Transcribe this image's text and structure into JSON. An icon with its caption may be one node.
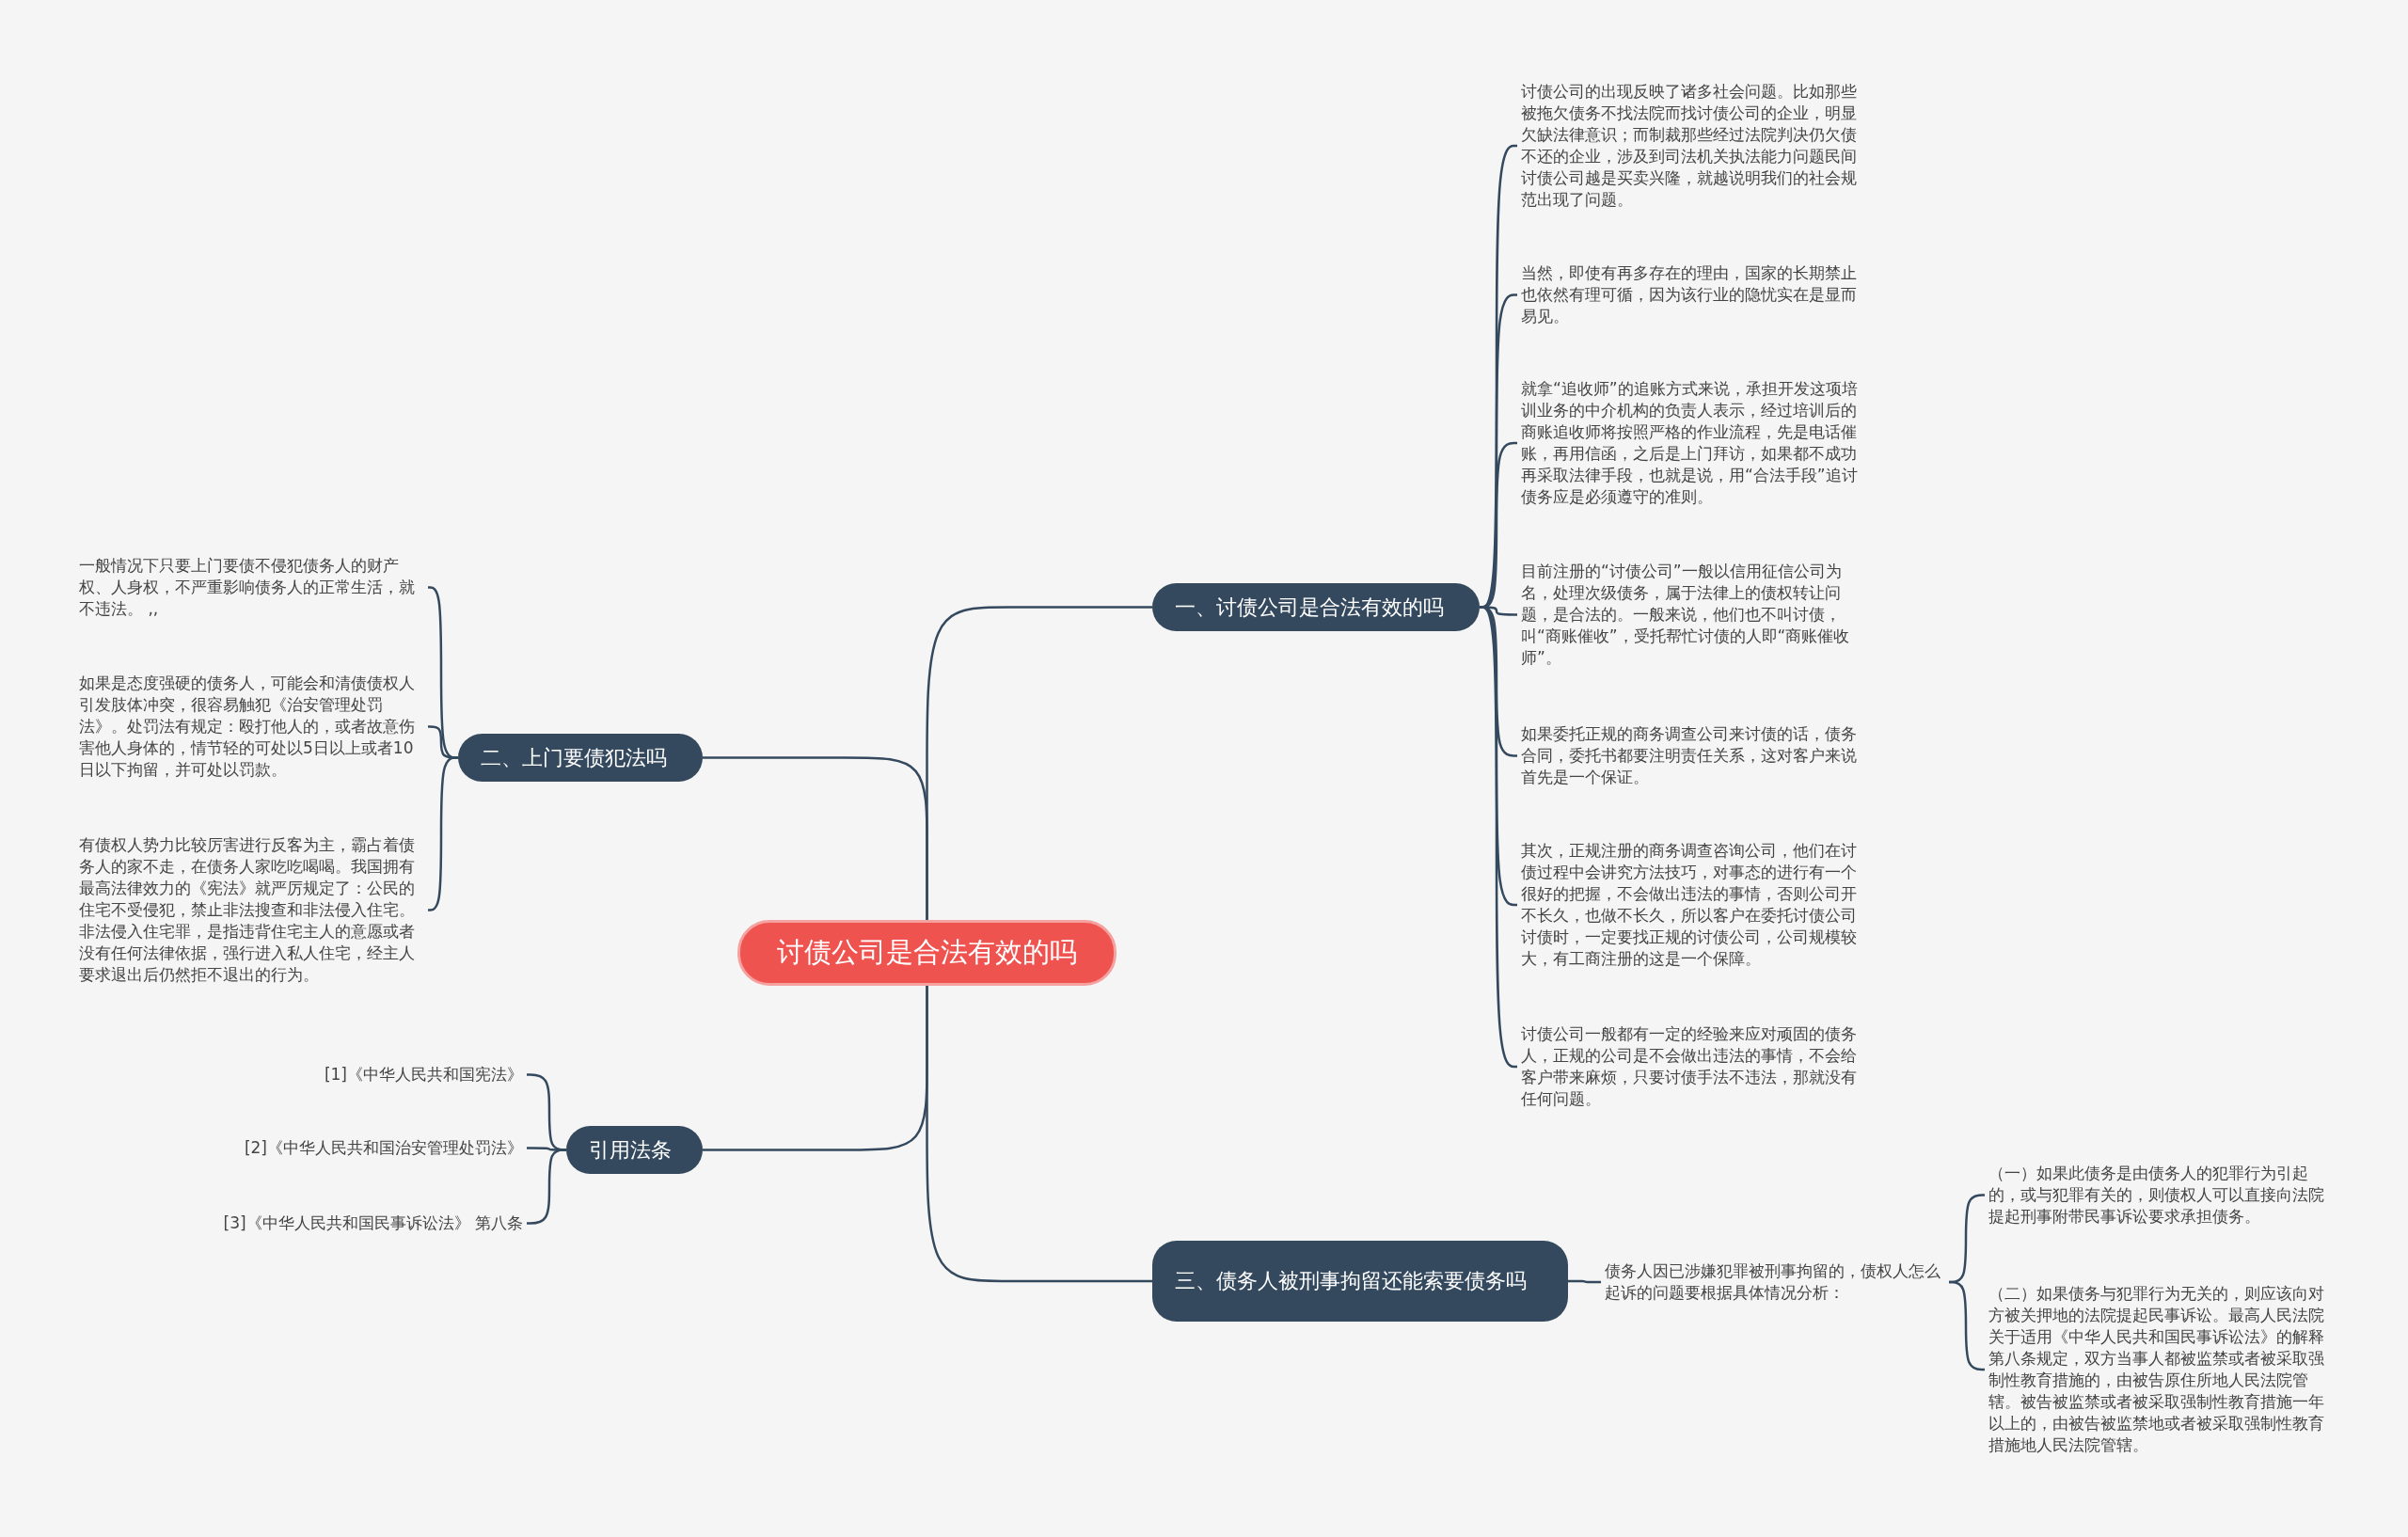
{
  "diagram": {
    "nodes": [
      {
        "text": [
          "讨债公司是合法有效的吗"
        ]
      },
      {
        "text": [
          "一、讨债公司是合法有效的吗"
        ]
      },
      {
        "text": [
          "讨债公司的出现反映了诸多社会问题。比如那些被拖欠债务不找法院而找讨债公司的企业，明显欠缺法律意识；而制裁那些经过法院判决仍欠债不还的企业，涉及到司法机关执法能力问题民间讨债公司越是买卖兴隆，就越说明我们的社会规范出现了问题。"
        ]
      },
      {
        "text": [
          "当然，即使有再多存在的理由，国家的长期禁止也依然有理可循，因为该行业的隐忧实在是显而易见。"
        ]
      },
      {
        "text": [
          "就拿“追收师”的追账方式来说，承担开发这项培训业务的中介机构的负责人表示，经过培训后的商账追收师将按照严格的作业流程，先是电话催账，再用信函，之后是上门拜访，如果都不成功再采取法律手段，也就是说，用“合法手段”追讨债务应是必须遵守的准则。"
        ]
      },
      {
        "text": [
          "目前注册的“讨债公司”一般以信用征信公司为名，处理次级债务，属于法律上的债权转让问题，是合法的。一般来说，他们也不叫讨债，叫“商账催收”，受托帮忙讨债的人即“商账催收师”。"
        ]
      },
      {
        "text": [
          "如果委托正规的商务调查公司来讨债的话，债务合同，委托书都要注明责任关系，这对客户来说首先是一个保证。"
        ]
      },
      {
        "text": [
          "其次，正规注册的商务调查咨询公司，他们在讨债过程中会讲究方法技巧，对事态的进行有一个很好的把握，不会做出违法的事情，否则公司开不长久，也做不长久，所以客户在委托讨债公司讨债时，一定要找正规的讨债公司，公司规模较大，有工商注册的这是一个保障。"
        ]
      },
      {
        "text": [
          "讨债公司一般都有一定的经验来应对顽固的债务人，正规的公司是不会做出违法的事情，不会给客户带来麻烦，只要讨债手法不违法，那就没有任何问题。"
        ]
      },
      {
        "text": [
          "二、上门要债犯法吗"
        ]
      },
      {
        "text": [
          "一般情况下只要上门要债不侵犯债务人的财产权、人身权，不严重影响债务人的正常生活，就不违法。 ,,"
        ]
      },
      {
        "text": [
          "如果是态度强硬的债务人，可能会和清债债权人引发肢体冲突，很容易触犯《治安管理处罚法》。处罚法有规定：殴打他人的，或者故意伤害他人身体的，情节轻的可处以5日以上或者10日以下拘留，并可处以罚款。"
        ]
      },
      {
        "text": [
          "有债权人势力比较厉害进行反客为主，霸占着债务人的家不走，在债务人家吃吃喝喝。我国拥有最高法律效力的《宪法》就严厉规定了：公民的住宅不受侵犯，禁止非法搜查和非法侵入住宅。非法侵入住宅罪，是指违背住宅主人的意愿或者没有任何法律依据，强行进入私人住宅，经主人要求退出后仍然拒不退出的行为。"
        ]
      },
      {
        "text": [
          "引用法条"
        ]
      },
      {
        "text": [
          "[1]《中华人民共和国宪法》"
        ]
      },
      {
        "text": [
          "[2]《中华人民共和国治安管理处罚法》"
        ]
      },
      {
        "text": [
          "[3]《中华人民共和国民事诉讼法》 第八条"
        ]
      },
      {
        "text": [
          "三、债务人被刑事拘留还能索要债务吗"
        ]
      },
      {
        "text": [
          "债务人因已涉嫌犯罪被刑事拘留的，债权人怎么起诉的问题要根据具体情况分析："
        ]
      },
      {
        "text": [
          "（一）如果此债务是由债务人的犯罪行为引起的，或与犯罪有关的，则债权人可以直接向法院提起刑事附带民事诉讼要求承担债务。"
        ]
      },
      {
        "text": [
          "（二）如果债务与犯罪行为无关的，则应该向对方被关押地的法院提起民事诉讼。最高人民法院关于适用《中华人民共和国民事诉讼法》的解释第八条规定，双方当事人都被监禁或者被采取强制性教育措施的，由被告原住所地人民法院管辖。被告被监禁或者被采取强制性教育措施一年以上的，由被告被监禁地或者被采取强制性教育措施地人民法院管辖。"
        ]
      }
    ],
    "edges": [
      {
        "from": 0,
        "to": 1,
        "arrow": "none"
      },
      {
        "from": 0,
        "to": 9,
        "arrow": "none"
      },
      {
        "from": 0,
        "to": 13,
        "arrow": "none"
      },
      {
        "from": 0,
        "to": 17,
        "arrow": "none"
      },
      {
        "from": 1,
        "to": 2,
        "arrow": "none"
      },
      {
        "from": 1,
        "to": 3,
        "arrow": "none"
      },
      {
        "from": 1,
        "to": 4,
        "arrow": "none"
      },
      {
        "from": 1,
        "to": 5,
        "arrow": "none"
      },
      {
        "from": 1,
        "to": 6,
        "arrow": "none"
      },
      {
        "from": 1,
        "to": 7,
        "arrow": "none"
      },
      {
        "from": 1,
        "to": 8,
        "arrow": "none"
      },
      {
        "from": 9,
        "to": 10,
        "arrow": "none"
      },
      {
        "from": 9,
        "to": 11,
        "arrow": "none"
      },
      {
        "from": 9,
        "to": 12,
        "arrow": "none"
      },
      {
        "from": 13,
        "to": 14,
        "arrow": "none"
      },
      {
        "from": 13,
        "to": 15,
        "arrow": "none"
      },
      {
        "from": 13,
        "to": 16,
        "arrow": "none"
      },
      {
        "from": 17,
        "to": 18,
        "arrow": "none"
      },
      {
        "from": 18,
        "to": 19,
        "arrow": "none"
      },
      {
        "from": 18,
        "to": 20,
        "arrow": "none"
      }
    ]
  }
}
